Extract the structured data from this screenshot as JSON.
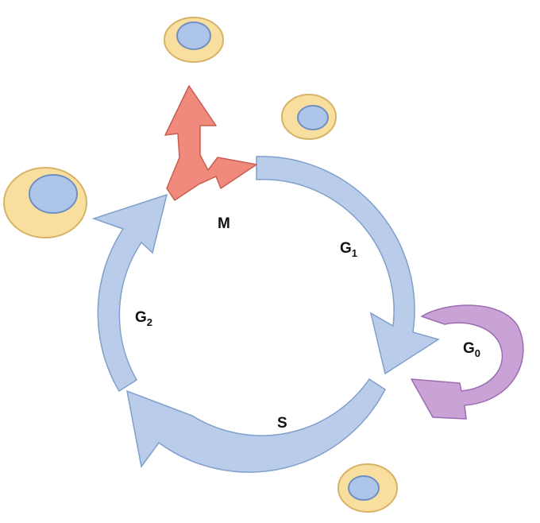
{
  "diagram": {
    "phases": {
      "m": {
        "label": "M"
      },
      "g1": {
        "label": "G",
        "sub": "1"
      },
      "s": {
        "label": "S"
      },
      "g2": {
        "label": "G",
        "sub": "2"
      },
      "g0": {
        "label": "G",
        "sub": "0"
      }
    },
    "colors": {
      "cycle_fill": "#b9cdea",
      "cycle_stroke": "#7f9fcc",
      "mitosis_fill": "#f08a7c",
      "mitosis_stroke": "#c85d52",
      "g0_fill": "#c9a3d6",
      "g0_stroke": "#9d6cb1",
      "cell_cytoplasm": "#f8dfa0",
      "cell_border": "#d8b266",
      "cell_nucleus": "#aec5ea",
      "nucleus_border": "#6f8fc2"
    }
  }
}
